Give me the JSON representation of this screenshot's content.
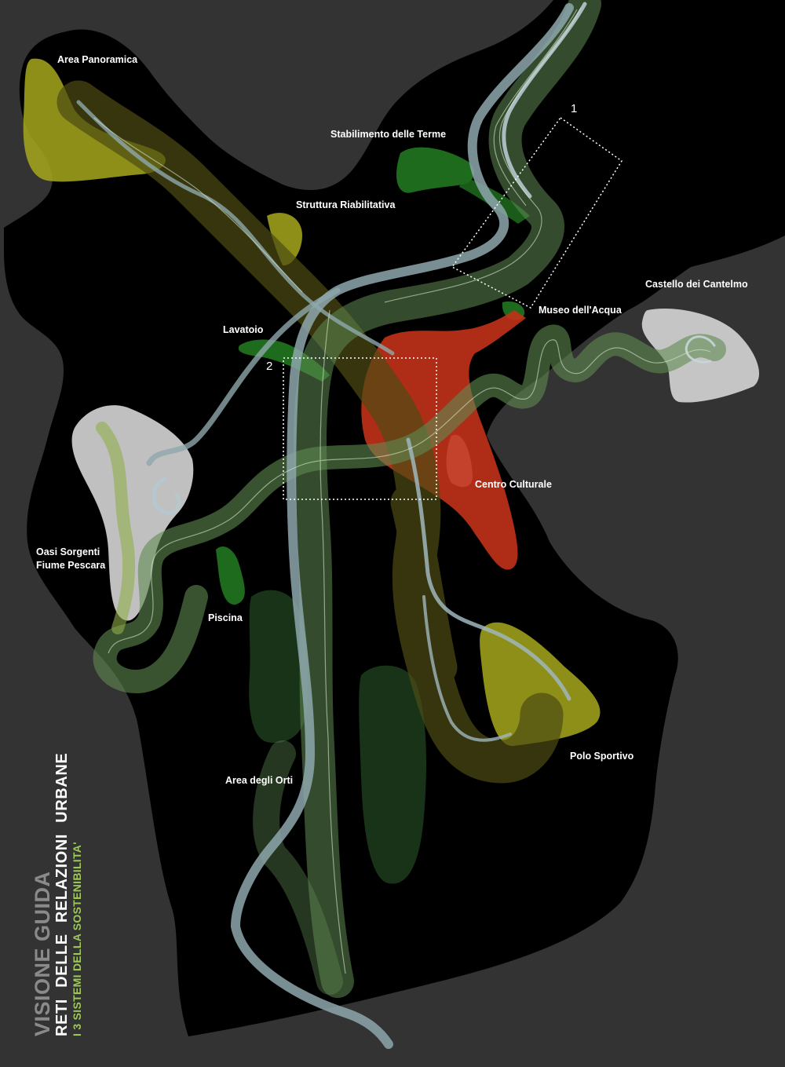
{
  "title": {
    "line1": "VISIONE GUIDA",
    "line2": "RETI DELLE RELAZIONI URBANE",
    "line3": "I 3 SISTEMI DELLA SOSTENIBILITA'"
  },
  "labels": {
    "area_panoramica": "Area Panoramica",
    "stabilimento_terme": "Stabilimento delle Terme",
    "struttura_riabilitativa": "Struttura Riabilitativa",
    "castello_cantelmo": "Castello dei Cantelmo",
    "museo_acqua": "Museo dell'Acqua",
    "lavatoio": "Lavatoio",
    "centro_culturale": "Centro Culturale",
    "oasi_line1": "Oasi Sorgenti",
    "oasi_line2": "Fiume Pescara",
    "piscina": "Piscina",
    "polo_sportivo": "Polo Sportivo",
    "area_orti": "Area degli Orti"
  },
  "detail_markers": {
    "marker_1": "1",
    "marker_2": "2"
  },
  "colors": {
    "background": "#333333",
    "territory": "#000000",
    "river": "#9fb6bd",
    "green_network": "#5f8a52",
    "olive_network": "#6b6a1e",
    "olive_area": "#a6a81c",
    "green_area": "#1f6b1d",
    "cultural_red": "#c2321a",
    "white_area": "#d0d0d0"
  }
}
